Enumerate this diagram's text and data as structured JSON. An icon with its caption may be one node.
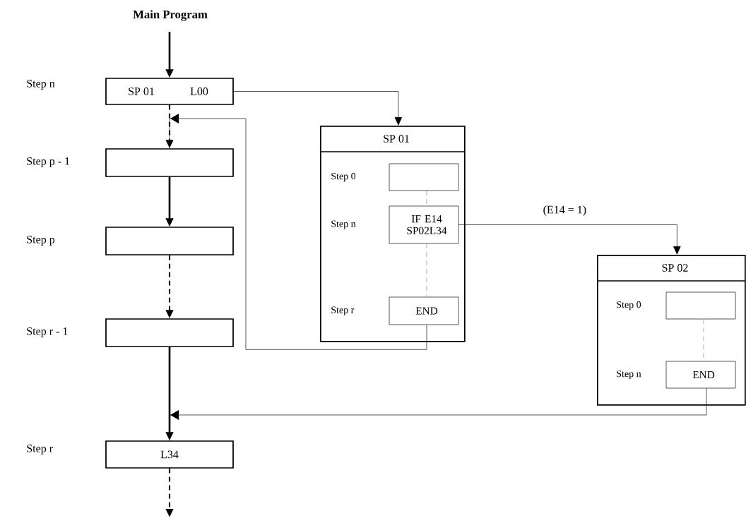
{
  "diagram": {
    "title": "Main Program",
    "nodes": [
      {
        "text": [
          "SP 01",
          "L00"
        ]
      },
      {
        "text": [],
        "shape": "box"
      },
      {
        "text": [],
        "shape": "box"
      },
      {
        "text": [],
        "shape": "box"
      },
      {
        "text": [
          "L34"
        ]
      },
      {
        "text": [
          "SP 01"
        ]
      },
      {
        "text": [],
        "shape": "box",
        "in": 5,
        "beside": [
          "Step 0"
        ]
      },
      {
        "text": [
          "IF E14 SP02L34"
        ],
        "in": 5,
        "beside": [
          "Step n"
        ]
      },
      {
        "text": [
          "END"
        ],
        "in": 5,
        "beside": [
          "Step r"
        ]
      },
      {
        "text": [
          "SP 02"
        ]
      },
      {
        "text": [],
        "shape": "box",
        "in": 9,
        "beside": [
          "Step 0"
        ]
      },
      {
        "text": [
          "END"
        ],
        "in": 9,
        "beside": [
          "Step n"
        ]
      }
    ],
    "edges": [
      {
        "from": null,
        "to": 0,
        "arrow": "to",
        "style": "thick"
      },
      {
        "from": 0,
        "to": 1,
        "arrow": "to",
        "style": "dashed"
      },
      {
        "from": 1,
        "to": 2,
        "arrow": "to",
        "style": "thick"
      },
      {
        "from": 2,
        "to": 3,
        "arrow": "to",
        "style": "dashed"
      },
      {
        "from": 3,
        "to": 4,
        "arrow": "to",
        "style": "thick"
      },
      {
        "from": 4,
        "to": null,
        "arrow": "to",
        "style": "dashed"
      },
      {
        "from": 0,
        "to": 5,
        "arrow": "to"
      },
      {
        "from": 8,
        "to": 1,
        "arrow": "to"
      },
      {
        "from": 7,
        "to": 9,
        "arrow": "to",
        "label": "(E14 = 1)"
      },
      {
        "from": 11,
        "to": 4,
        "arrow": "to"
      },
      {
        "from": 6,
        "to": 7,
        "arrow": "none",
        "style": "dashed",
        "color": "#808080"
      },
      {
        "from": 7,
        "to": 8,
        "arrow": "none",
        "style": "dashed",
        "color": "#808080"
      },
      {
        "from": 10,
        "to": 11,
        "arrow": "none",
        "style": "dashed",
        "color": "#808080"
      }
    ],
    "labels": [
      "Step n",
      "Step p - 1",
      "Step p",
      "Step r - 1",
      "Step r"
    ]
  }
}
